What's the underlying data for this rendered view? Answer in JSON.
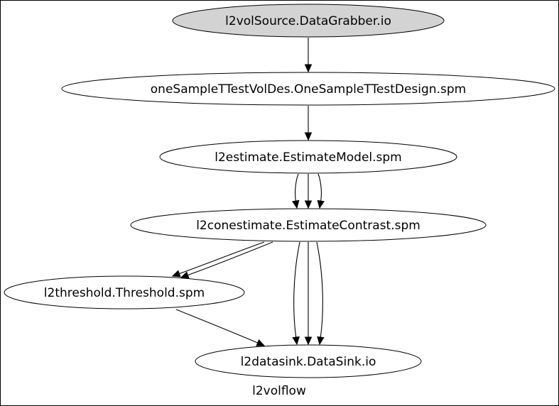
{
  "graph": {
    "label": "l2volflow",
    "colors": {
      "background": "#ffffff",
      "border": "#000000",
      "source_fill": "#d3d3d3",
      "default_fill": "#ffffff"
    },
    "nodes": [
      {
        "id": "source",
        "label": "l2volSource.DataGrabber.io",
        "style": "filled"
      },
      {
        "id": "design",
        "label": "oneSampleTTestVolDes.OneSampleTTestDesign.spm",
        "style": "outline"
      },
      {
        "id": "estimate",
        "label": "l2estimate.EstimateModel.spm",
        "style": "outline"
      },
      {
        "id": "conestimate",
        "label": "l2conestimate.EstimateContrast.spm",
        "style": "outline"
      },
      {
        "id": "threshold",
        "label": "l2threshold.Threshold.spm",
        "style": "outline"
      },
      {
        "id": "datasink",
        "label": "l2datasink.DataSink.io",
        "style": "outline"
      }
    ],
    "edges": [
      {
        "from": "source",
        "to": "design",
        "count": 1
      },
      {
        "from": "design",
        "to": "estimate",
        "count": 1
      },
      {
        "from": "estimate",
        "to": "conestimate",
        "count": 3
      },
      {
        "from": "conestimate",
        "to": "threshold",
        "count": 2
      },
      {
        "from": "conestimate",
        "to": "datasink",
        "count": 3
      },
      {
        "from": "threshold",
        "to": "datasink",
        "count": 1
      }
    ]
  }
}
